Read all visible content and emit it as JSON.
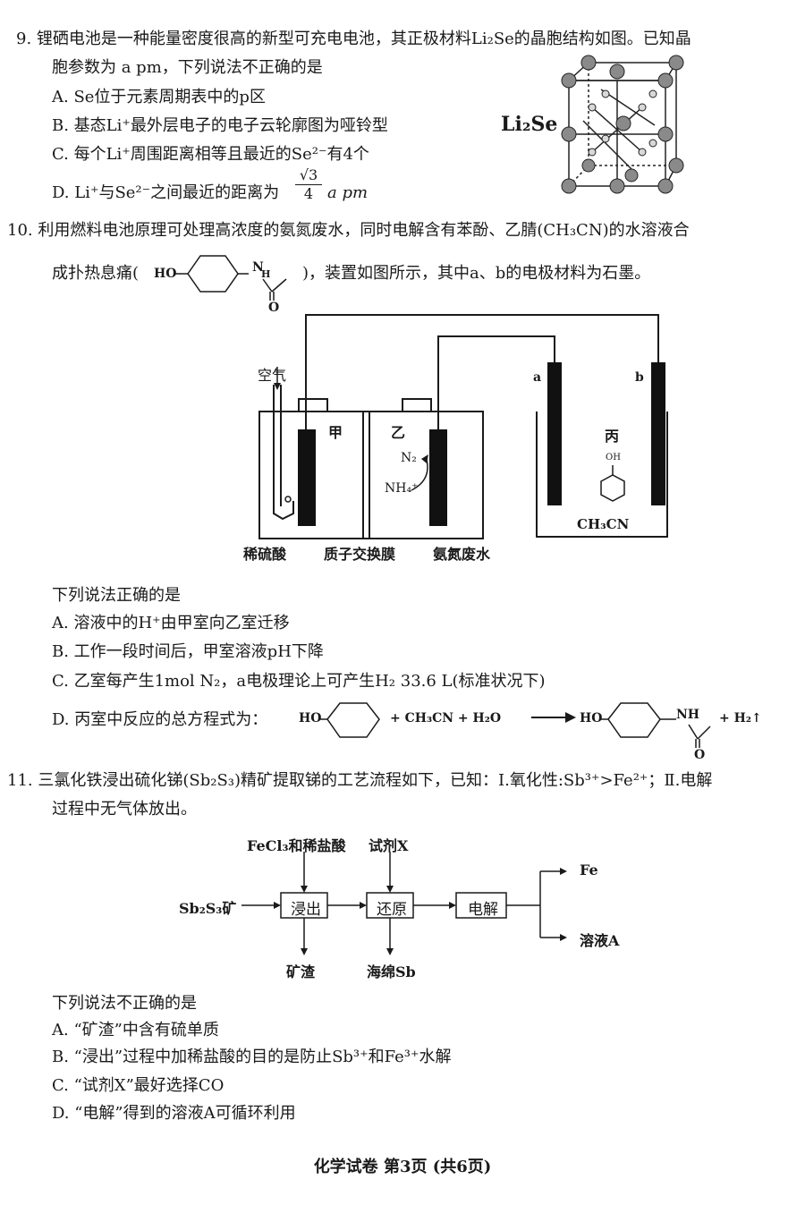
{
  "q9": {
    "line1": "9. 锂硒电池是一种能量密度很高的新型可充电电池，其正极材料Li₂Se的晶胞结构如图。已知晶",
    "line2": "胞参数为 a pm，下列说法不正确的是",
    "options": [
      "A. Se位于元素周期表中的p区",
      "B. 基态Li⁺最外层电子的电子云轮廓图为哑铃型",
      "C. 每个Li⁺周围距离相等且最近的Se²⁻有4个",
      "D. Li⁺与Se²⁻之间最近的距离为"
    ],
    "option_d_suffix": "a pm",
    "frac_num": "√3",
    "frac_den": "4",
    "crystal_label": "Li₂Se"
  },
  "q10": {
    "line1": "10. 利用燃料电池原理可处理高浓度的氨氮废水，同时电解含有苯酚、乙腈(CH₃CN)的水溶液合",
    "line2_prefix": "成扑热息痛(",
    "line2_suffix": ")，装置如图所示，其中a、b的电极材料为石墨。",
    "ho_label": "HO",
    "nh_label": "N",
    "h_label": "H",
    "o_label": "O",
    "diagram": {
      "air": "空气",
      "jia": "甲",
      "yi": "乙",
      "bing": "丙",
      "a": "a",
      "b": "b",
      "n2": "N₂",
      "nh4": "NH₄⁺",
      "oh": "OH",
      "ch3cn": "CH₃CN",
      "bottom_labels": [
        "稀硫酸",
        "质子交换膜",
        "氨氮废水"
      ]
    },
    "prompt": "下列说法正确的是",
    "options": [
      "A. 溶液中的H⁺由甲室向乙室迁移",
      "B. 工作一段时间后，甲室溶液pH下降",
      "C. 乙室每产生1mol N₂，a电极理论上可产生H₂ 33.6 L(标准状况下)",
      "D. 丙室中反应的总方程式为："
    ],
    "eq_ho": "HO",
    "eq_plus1": "+ CH₃CN + H₂O",
    "eq_ho2": "HO",
    "eq_nh": "NH",
    "eq_o": "O",
    "eq_h2": "+ H₂↑"
  },
  "q11": {
    "line1": "11. 三氯化铁浸出硫化锑(Sb₂S₃)精矿提取锑的工艺流程如下，已知：Ⅰ.氧化性:Sb³⁺>Fe²⁺；Ⅱ.电解",
    "line2": "过程中无气体放出。",
    "flow": {
      "feed1": "FeCl₃和稀盐酸",
      "feed2": "试剂X",
      "start": "Sb₂S₃矿",
      "box1": "浸出",
      "box2": "还原",
      "box3": "电解",
      "out_fe": "Fe",
      "out_a": "溶液A",
      "waste1": "矿渣",
      "waste2": "海绵Sb"
    },
    "prompt": "下列说法不正确的是",
    "options": [
      "A. “矿渣”中含有硫单质",
      "B. “浸出”过程中加稀盐酸的目的是防止Sb³⁺和Fe³⁺水解",
      "C. “试剂X”最好选择CO",
      "D. “电解”得到的溶液A可循环利用"
    ]
  },
  "footer": "化学试卷 第3页 (共6页)"
}
